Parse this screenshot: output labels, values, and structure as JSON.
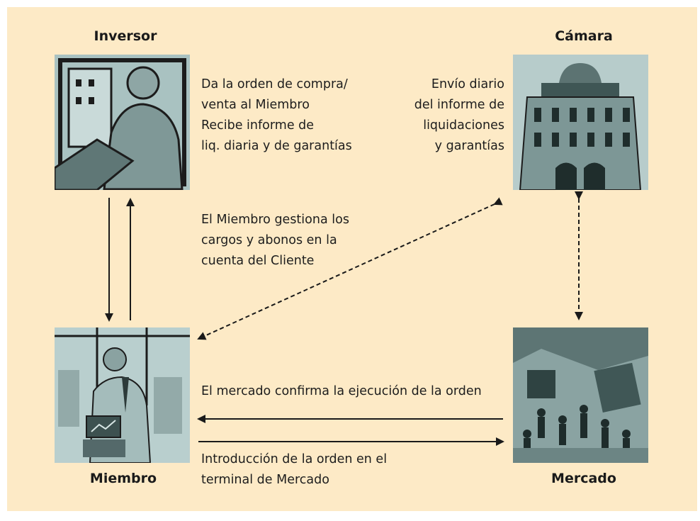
{
  "nodes": {
    "inversor": {
      "title": "Inversor"
    },
    "camara": {
      "title": "Cámara"
    },
    "miembro": {
      "title": "Miembro"
    },
    "mercado": {
      "title": "Mercado"
    }
  },
  "texts": {
    "inversor_desc": [
      "Da la orden de compra/",
      "venta al Miembro",
      "Recibe informe de",
      "liq. diaria y de garantías"
    ],
    "camara_desc": [
      "Envío diario",
      "del informe de",
      "liquidaciones",
      "y garantías"
    ],
    "miembro_gestiona": [
      "El Miembro gestiona los",
      "cargos y abonos  en la",
      "cuenta del Cliente"
    ],
    "mercado_confirma": [
      "El mercado confirma la ejecución de la orden"
    ],
    "introduccion": [
      "Introducción de la orden en el",
      "terminal de Mercado"
    ]
  },
  "colors": {
    "background": "#fdeac6",
    "arrow": "#1a1a1a",
    "picture_tone": "#9fb8b7"
  }
}
